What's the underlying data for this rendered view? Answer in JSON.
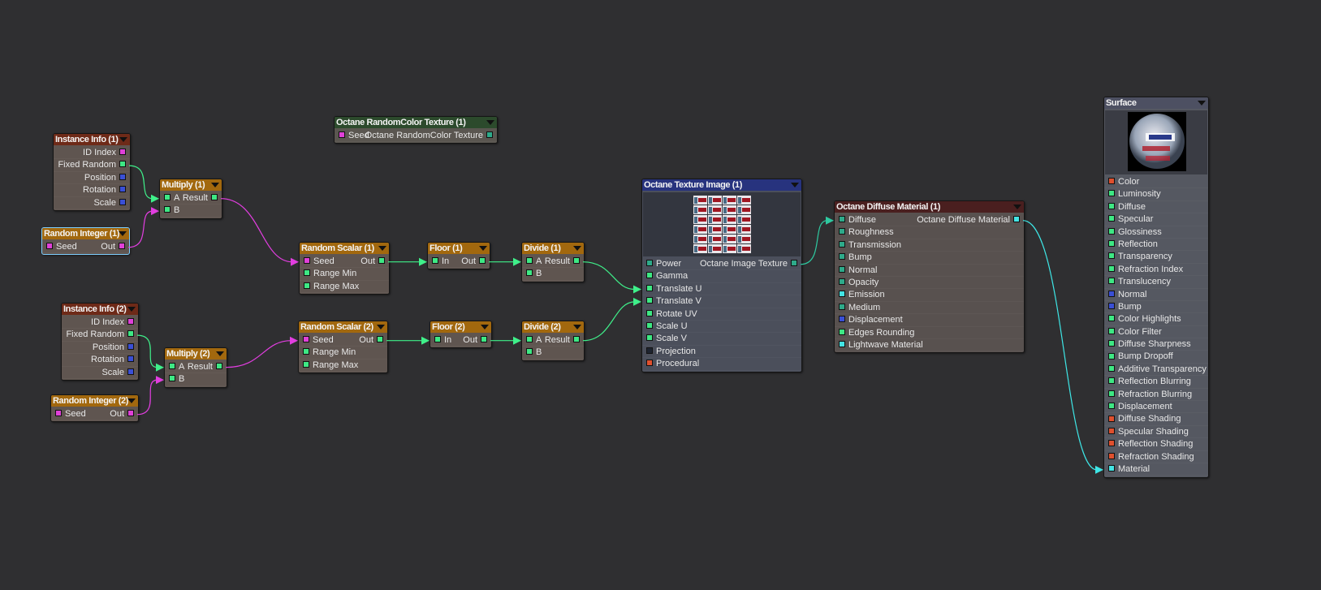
{
  "colors": {
    "green": "#3ee884",
    "pink": "#e040d8",
    "blue": "#3a4fd6",
    "red": "#e0502e",
    "teal": "#2eaa8a",
    "cyan": "#44e4e4",
    "dark": "#1e2430",
    "wire_green": "#3ff08a",
    "wire_pink": "#e23ee0",
    "wire_teal": "#2ec9a0",
    "wire_cyan": "#3ee6e6"
  },
  "nodes": [
    {
      "id": "ii1",
      "title": "Instance Info (1)",
      "rows": [
        {
          "out": {
            "label": "ID Index",
            "color": "#e040d8"
          }
        },
        {
          "out": {
            "label": "Fixed Random",
            "color": "#3ee884"
          }
        },
        {
          "out": {
            "label": "Position",
            "color": "#3a4fd6"
          }
        },
        {
          "out": {
            "label": "Rotation",
            "color": "#3a4fd6"
          }
        },
        {
          "out": {
            "label": "Scale",
            "color": "#3a4fd6"
          }
        }
      ]
    },
    {
      "id": "ri1",
      "title": "Random Integer (1)",
      "rows": [
        {
          "in": {
            "label": "Seed",
            "color": "#e040d8"
          },
          "out": {
            "label": "Out",
            "color": "#e040d8"
          }
        }
      ]
    },
    {
      "id": "m1",
      "title": "Multiply (1)",
      "rows": [
        {
          "in": {
            "label": "A",
            "color": "#3ee884"
          },
          "out": {
            "label": "Result",
            "color": "#3ee884"
          }
        },
        {
          "in": {
            "label": "B",
            "color": "#3ee884"
          }
        }
      ]
    },
    {
      "id": "rct",
      "title": "Octane RandomColor Texture (1)",
      "rows": [
        {
          "in": {
            "label": "Seed",
            "color": "#e040d8"
          },
          "out": {
            "label": "Octane RandomColor Texture",
            "color": "#2eaa8a"
          }
        }
      ]
    },
    {
      "id": "rs1",
      "title": "Random Scalar (1)",
      "rows": [
        {
          "in": {
            "label": "Seed",
            "color": "#e040d8"
          },
          "out": {
            "label": "Out",
            "color": "#3ee884"
          }
        },
        {
          "in": {
            "label": "Range Min",
            "color": "#3ee884"
          }
        },
        {
          "in": {
            "label": "Range Max",
            "color": "#3ee884"
          }
        }
      ]
    },
    {
      "id": "f1",
      "title": "Floor (1)",
      "rows": [
        {
          "in": {
            "label": "In",
            "color": "#3ee884"
          },
          "out": {
            "label": "Out",
            "color": "#3ee884"
          }
        }
      ]
    },
    {
      "id": "d1",
      "title": "Divide (1)",
      "rows": [
        {
          "in": {
            "label": "A",
            "color": "#3ee884"
          },
          "out": {
            "label": "Result",
            "color": "#3ee884"
          }
        },
        {
          "in": {
            "label": "B",
            "color": "#3ee884"
          }
        }
      ]
    },
    {
      "id": "ii2",
      "title": "Instance Info (2)",
      "rows": [
        {
          "out": {
            "label": "ID Index",
            "color": "#e040d8"
          }
        },
        {
          "out": {
            "label": "Fixed Random",
            "color": "#3ee884"
          }
        },
        {
          "out": {
            "label": "Position",
            "color": "#3a4fd6"
          }
        },
        {
          "out": {
            "label": "Rotation",
            "color": "#3a4fd6"
          }
        },
        {
          "out": {
            "label": "Scale",
            "color": "#3a4fd6"
          }
        }
      ]
    },
    {
      "id": "m2",
      "title": "Multiply (2)",
      "rows": [
        {
          "in": {
            "label": "A",
            "color": "#3ee884"
          },
          "out": {
            "label": "Result",
            "color": "#3ee884"
          }
        },
        {
          "in": {
            "label": "B",
            "color": "#3ee884"
          }
        }
      ]
    },
    {
      "id": "ri2",
      "title": "Random Integer (2)",
      "rows": [
        {
          "in": {
            "label": "Seed",
            "color": "#e040d8"
          },
          "out": {
            "label": "Out",
            "color": "#e040d8"
          }
        }
      ]
    },
    {
      "id": "rs2",
      "title": "Random Scalar (2)",
      "rows": [
        {
          "in": {
            "label": "Seed",
            "color": "#e040d8"
          },
          "out": {
            "label": "Out",
            "color": "#3ee884"
          }
        },
        {
          "in": {
            "label": "Range Min",
            "color": "#3ee884"
          }
        },
        {
          "in": {
            "label": "Range Max",
            "color": "#3ee884"
          }
        }
      ]
    },
    {
      "id": "f2",
      "title": "Floor (2)",
      "rows": [
        {
          "in": {
            "label": "In",
            "color": "#3ee884"
          },
          "out": {
            "label": "Out",
            "color": "#3ee884"
          }
        }
      ]
    },
    {
      "id": "d2",
      "title": "Divide (2)",
      "rows": [
        {
          "in": {
            "label": "A",
            "color": "#3ee884"
          },
          "out": {
            "label": "Result",
            "color": "#3ee884"
          }
        },
        {
          "in": {
            "label": "B",
            "color": "#3ee884"
          }
        }
      ]
    },
    {
      "id": "ti",
      "title": "Octane Texture Image (1)",
      "rows": [
        {
          "in": {
            "label": "Power",
            "color": "#2eaa8a"
          },
          "out": {
            "label": "Octane Image Texture",
            "color": "#2eaa8a"
          }
        },
        {
          "in": {
            "label": "Gamma",
            "color": "#3ee884"
          }
        },
        {
          "in": {
            "label": "Translate U",
            "color": "#3ee884"
          }
        },
        {
          "in": {
            "label": "Translate V",
            "color": "#3ee884"
          }
        },
        {
          "in": {
            "label": "Rotate UV",
            "color": "#3ee884"
          }
        },
        {
          "in": {
            "label": "Scale U",
            "color": "#3ee884"
          }
        },
        {
          "in": {
            "label": "Scale V",
            "color": "#3ee884"
          }
        },
        {
          "in": {
            "label": "Projection",
            "color": "#1e2430"
          }
        },
        {
          "in": {
            "label": "Procedural",
            "color": "#e0502e"
          }
        }
      ]
    },
    {
      "id": "dm",
      "title": "Octane Diffuse Material (1)",
      "rows": [
        {
          "in": {
            "label": "Diffuse",
            "color": "#2eaa8a"
          },
          "out": {
            "label": "Octane Diffuse Material",
            "color": "#44e4e4"
          }
        },
        {
          "in": {
            "label": "Roughness",
            "color": "#2eaa8a"
          }
        },
        {
          "in": {
            "label": "Transmission",
            "color": "#2eaa8a"
          }
        },
        {
          "in": {
            "label": "Bump",
            "color": "#2eaa8a"
          }
        },
        {
          "in": {
            "label": "Normal",
            "color": "#2eaa8a"
          }
        },
        {
          "in": {
            "label": "Opacity",
            "color": "#2eaa8a"
          }
        },
        {
          "in": {
            "label": "Emission",
            "color": "#44e4e4"
          }
        },
        {
          "in": {
            "label": "Medium",
            "color": "#2eaa8a"
          }
        },
        {
          "in": {
            "label": "Displacement",
            "color": "#3a4fd6"
          }
        },
        {
          "in": {
            "label": "Edges Rounding",
            "color": "#3ee884"
          }
        },
        {
          "in": {
            "label": "Lightwave Material",
            "color": "#44e4e4"
          }
        }
      ]
    },
    {
      "id": "surf",
      "title": "Surface",
      "rows": [
        {
          "in": {
            "label": "Color",
            "color": "#e0502e"
          }
        },
        {
          "in": {
            "label": "Luminosity",
            "color": "#3ee884"
          }
        },
        {
          "in": {
            "label": "Diffuse",
            "color": "#3ee884"
          }
        },
        {
          "in": {
            "label": "Specular",
            "color": "#3ee884"
          }
        },
        {
          "in": {
            "label": "Glossiness",
            "color": "#3ee884"
          }
        },
        {
          "in": {
            "label": "Reflection",
            "color": "#3ee884"
          }
        },
        {
          "in": {
            "label": "Transparency",
            "color": "#3ee884"
          }
        },
        {
          "in": {
            "label": "Refraction Index",
            "color": "#3ee884"
          }
        },
        {
          "in": {
            "label": "Translucency",
            "color": "#3ee884"
          }
        },
        {
          "in": {
            "label": "Normal",
            "color": "#3a4fd6"
          }
        },
        {
          "in": {
            "label": "Bump",
            "color": "#3a4fd6"
          }
        },
        {
          "in": {
            "label": "Color Highlights",
            "color": "#3ee884"
          }
        },
        {
          "in": {
            "label": "Color Filter",
            "color": "#3ee884"
          }
        },
        {
          "in": {
            "label": "Diffuse Sharpness",
            "color": "#3ee884"
          }
        },
        {
          "in": {
            "label": "Bump Dropoff",
            "color": "#3ee884"
          }
        },
        {
          "in": {
            "label": "Additive Transparency",
            "color": "#3ee884"
          }
        },
        {
          "in": {
            "label": "Reflection Blurring",
            "color": "#3ee884"
          }
        },
        {
          "in": {
            "label": "Refraction Blurring",
            "color": "#3ee884"
          }
        },
        {
          "in": {
            "label": "Displacement",
            "color": "#3ee884"
          }
        },
        {
          "in": {
            "label": "Diffuse Shading",
            "color": "#e0502e"
          }
        },
        {
          "in": {
            "label": "Specular Shading",
            "color": "#e0502e"
          }
        },
        {
          "in": {
            "label": "Reflection Shading",
            "color": "#e0502e"
          }
        },
        {
          "in": {
            "label": "Refraction Shading",
            "color": "#e0502e"
          }
        },
        {
          "in": {
            "label": "Material",
            "color": "#44e4e4"
          }
        }
      ]
    }
  ]
}
